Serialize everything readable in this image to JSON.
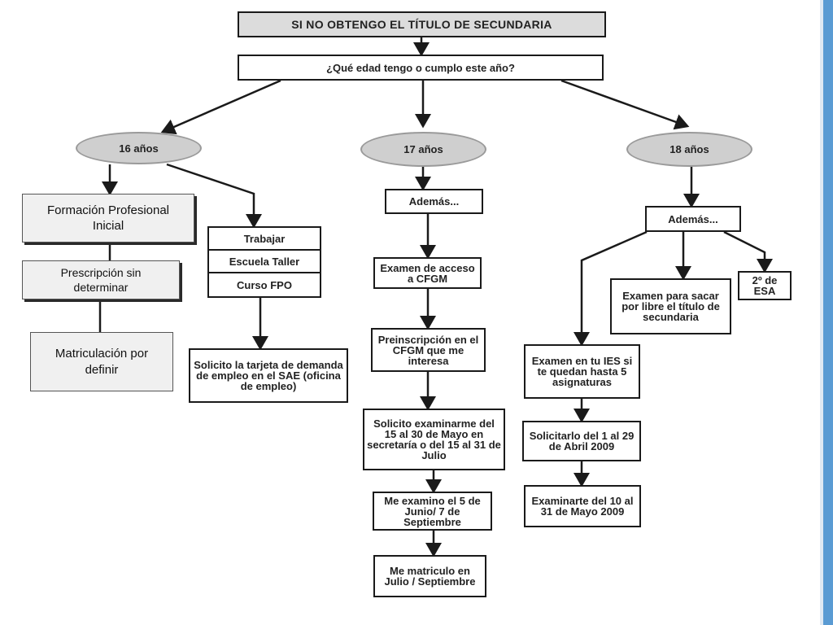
{
  "title": "SI NO OBTENGO EL TÍTULO DE SECUNDARIA",
  "question": "¿Qué edad tengo o cumplo este año?",
  "ages": {
    "a16": "16 años",
    "a17": "17 años",
    "a18": "18 años"
  },
  "left": {
    "fp": "Formación Profesional Inicial",
    "prescripcion": "Prescripción sin determinar",
    "matriculacion": "Matriculación por definir",
    "options": [
      "Trabajar",
      "Escuela Taller",
      "Curso FPO"
    ],
    "tarjeta": "Solicito la tarjeta de demanda de empleo en el SAE (oficina de empleo)"
  },
  "middle": {
    "ademas": "Además...",
    "examen": "Examen de acceso a CFGM",
    "preinscripcion": "Preinscripción en el CFGM que me interesa",
    "solicito": "Solicito examinarme del 15 al 30 de Mayo en secretaría o del 15 al 31 de Julio",
    "meexamino": "Me examino el 5 de Junio/ 7 de Septiembre",
    "matriculo": "Me matriculo en Julio / Septiembre"
  },
  "right": {
    "ademas": "Además...",
    "examen_libre": "Examen para sacar por libre el título de secundaria",
    "esa": "2º de ESA",
    "examen_ies": "Examen en tu IES si te quedan hasta 5 asignaturas",
    "solicitarlo": "Solicitarlo del 1 al 29 de Abril 2009",
    "examinarte": "Examinarte del 10 al 31 de Mayo 2009"
  },
  "colors": {
    "box_border": "#1a1a1a",
    "ellipse_fill": "#cfcfcf",
    "title_fill": "#dcdcdc",
    "accent_bar": "#5a9bd3"
  }
}
